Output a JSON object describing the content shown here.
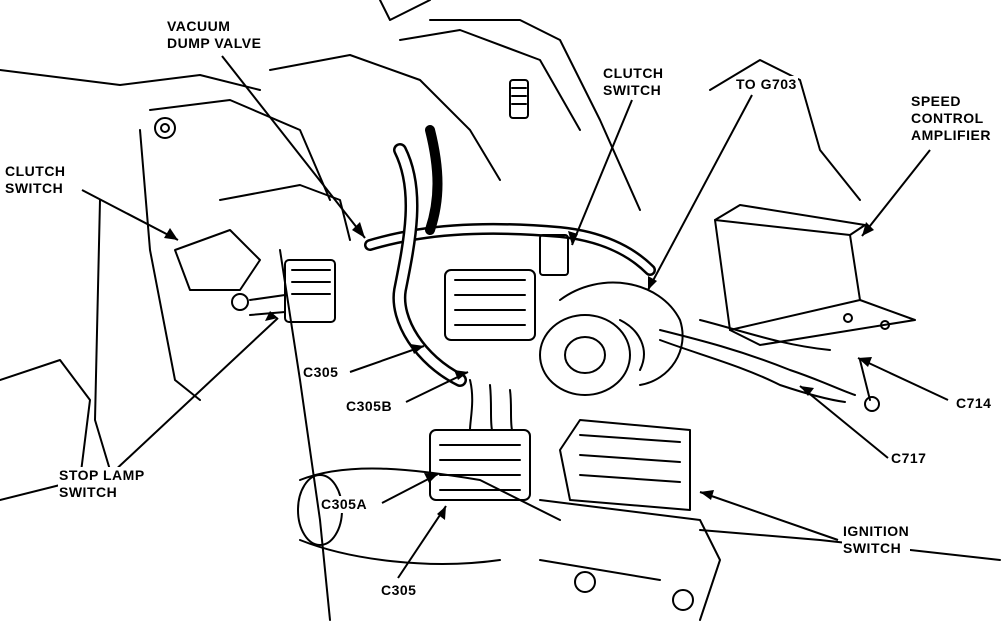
{
  "diagram": {
    "labels": {
      "vacuum_dump_valve": [
        "VACUUM",
        "DUMP VALVE"
      ],
      "clutch_switch_left": [
        "CLUTCH",
        "SWITCH"
      ],
      "clutch_switch_top": [
        "CLUTCH",
        "SWITCH"
      ],
      "to_g703": [
        "TO G703"
      ],
      "speed_control_amplifier": [
        "SPEED",
        "CONTROL",
        "AMPLIFIER"
      ],
      "stop_lamp_switch": [
        "STOP LAMP",
        "SWITCH"
      ],
      "c305_mid": [
        "C305"
      ],
      "c305b": [
        "C305B"
      ],
      "c714": [
        "C714"
      ],
      "c717": [
        "C717"
      ],
      "c305a": [
        "C305A"
      ],
      "ignition_switch": [
        "IGNITION",
        "SWITCH"
      ],
      "c305_bottom": [
        "C305"
      ]
    },
    "colors": {
      "ink": "#000000",
      "paper": "#ffffff"
    }
  }
}
